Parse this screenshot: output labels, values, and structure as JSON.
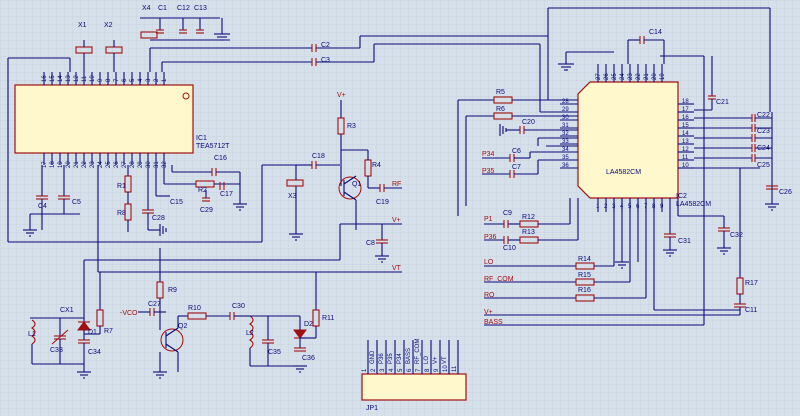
{
  "ic1": {
    "name": "IC1",
    "part": "TEA5712T"
  },
  "ic2": {
    "name": "IC2",
    "part": "LA4582CM",
    "part_inner": "LA4582CM"
  },
  "connector": {
    "name": "JP1",
    "pins": [
      "GND",
      "P36",
      "P35",
      "P34",
      "BASS",
      "RF_COM",
      "LO",
      "V+",
      "VT"
    ],
    "numbers": [
      "1",
      "2",
      "3",
      "4",
      "5",
      "6",
      "7",
      "8",
      "9",
      "10",
      "11"
    ]
  },
  "ic1_top_pins": [
    "16",
    "15",
    "14",
    "13",
    "12",
    "11",
    "10",
    "9",
    "8",
    "7",
    "6",
    "5",
    "4",
    "3",
    "2",
    "1"
  ],
  "ic1_bottom_pins": [
    "17",
    "18",
    "19",
    "20",
    "21",
    "22",
    "23",
    "24",
    "25",
    "26",
    "27",
    "28",
    "29",
    "30",
    "31",
    "32"
  ],
  "ic2_top_pins": [
    "27",
    "26",
    "25",
    "24",
    "23",
    "22",
    "21",
    "20",
    "19"
  ],
  "ic2_left_pins": [
    "28",
    "29",
    "30",
    "31",
    "32",
    "33",
    "34",
    "35",
    "36"
  ],
  "ic2_right_pins": [
    "18",
    "17",
    "16",
    "15",
    "14",
    "13",
    "12",
    "11",
    "10"
  ],
  "ic2_bottom_pins": [
    "1",
    "2",
    "3",
    "4",
    "5",
    "6",
    "7",
    "8",
    "9"
  ],
  "components": {
    "x1": "X1",
    "x2": "X2",
    "x3": "X3",
    "x4": "X4",
    "c1": "C1",
    "c2": "C2",
    "c3": "C3",
    "c4": "C4",
    "c5": "C5",
    "c6": "C6",
    "c7": "C7",
    "c8": "C8",
    "c9": "C9",
    "c10": "C10",
    "c11": "C11",
    "c12": "C12",
    "c13": "C13",
    "c14": "C14",
    "c15": "C15",
    "c16": "C16",
    "c17": "C17",
    "c18": "C18",
    "c19": "C19",
    "c20": "C20",
    "c21": "C21",
    "c22": "C22",
    "c23": "C23",
    "c24": "C24",
    "c25": "C25",
    "c26": "C26",
    "c27": "C27",
    "c28": "C28",
    "c29": "C29",
    "c30": "C30",
    "c31": "C31",
    "c32": "C32",
    "c33": "C33",
    "c34": "C34",
    "c35": "C35",
    "c36": "C36",
    "cx1": "CX1",
    "r1": "R1",
    "r2": "R2",
    "r3": "R3",
    "r4": "R4",
    "r5": "R5",
    "r6": "R6",
    "r7": "R7",
    "r8": "R8",
    "r9": "R9",
    "r10": "R10",
    "r11": "R11",
    "r12": "R12",
    "r13": "R13",
    "r14": "R14",
    "r15": "R15",
    "r16": "R16",
    "r17": "R17",
    "q1": "Q1",
    "q2": "Q2",
    "l1": "L1",
    "l2": "L2",
    "d1": "D1",
    "d2": "D2"
  },
  "nets": {
    "vplus": "V+",
    "rf": "RF",
    "vt": "VT",
    "vco": "-VCO",
    "p34": "P34",
    "p35": "P35",
    "p1": "P1",
    "p36": "P36",
    "lo": "LO",
    "rf_com": "RF_COM",
    "ro": "RO",
    "v": "V+",
    "bass": "BASS"
  }
}
